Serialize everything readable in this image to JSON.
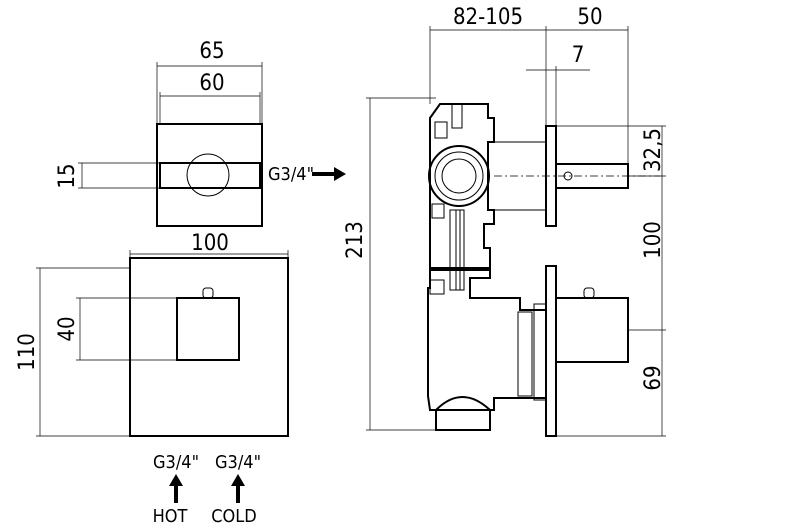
{
  "colors": {
    "line": "#000000",
    "background": "#ffffff"
  },
  "top_view": {
    "dim_outer": "65",
    "dim_inner": "60",
    "dim_handle": "15"
  },
  "front_view": {
    "dim_plate_width": "100",
    "dim_plate_height": "110",
    "dim_knob": "40"
  },
  "side_view": {
    "dim_depth": "82-105",
    "dim_protrusion": "50",
    "dim_plate": "7",
    "dim_total_height": "213",
    "dim_upper": "32,5",
    "dim_spacing": "100",
    "dim_lower": "69"
  },
  "connections": {
    "side_outlet": "G3/4\"",
    "hot_thread": "G3/4\"",
    "cold_thread": "G3/4\"",
    "hot_label": "HOT",
    "cold_label": "COLD"
  }
}
